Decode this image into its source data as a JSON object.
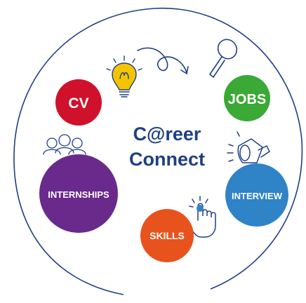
{
  "title": {
    "line1": "C@reer",
    "line2": "Connect"
  },
  "bubbles": {
    "cv": {
      "label": "CV",
      "color": "#d0112b"
    },
    "jobs": {
      "label": "JOBS",
      "color": "#3aa935"
    },
    "internships": {
      "label": "INTERNSHIPS",
      "color": "#6a2a8c"
    },
    "interview": {
      "label": "INTERVIEW",
      "color": "#2f83c7"
    },
    "skills": {
      "label": "SKILLS",
      "color": "#e8531d"
    }
  },
  "colors": {
    "ring": "#1f3f84",
    "title": "#1f3f84",
    "icon_stroke": "#1f3f84",
    "bulb_fill": "#f5c400",
    "megaphone_fill": "#ffffff"
  },
  "icons": [
    "lightbulb-icon",
    "curly-arrow-icon",
    "magnifying-glass-icon",
    "people-icon",
    "megaphone-icon",
    "pointing-hand-icon"
  ]
}
